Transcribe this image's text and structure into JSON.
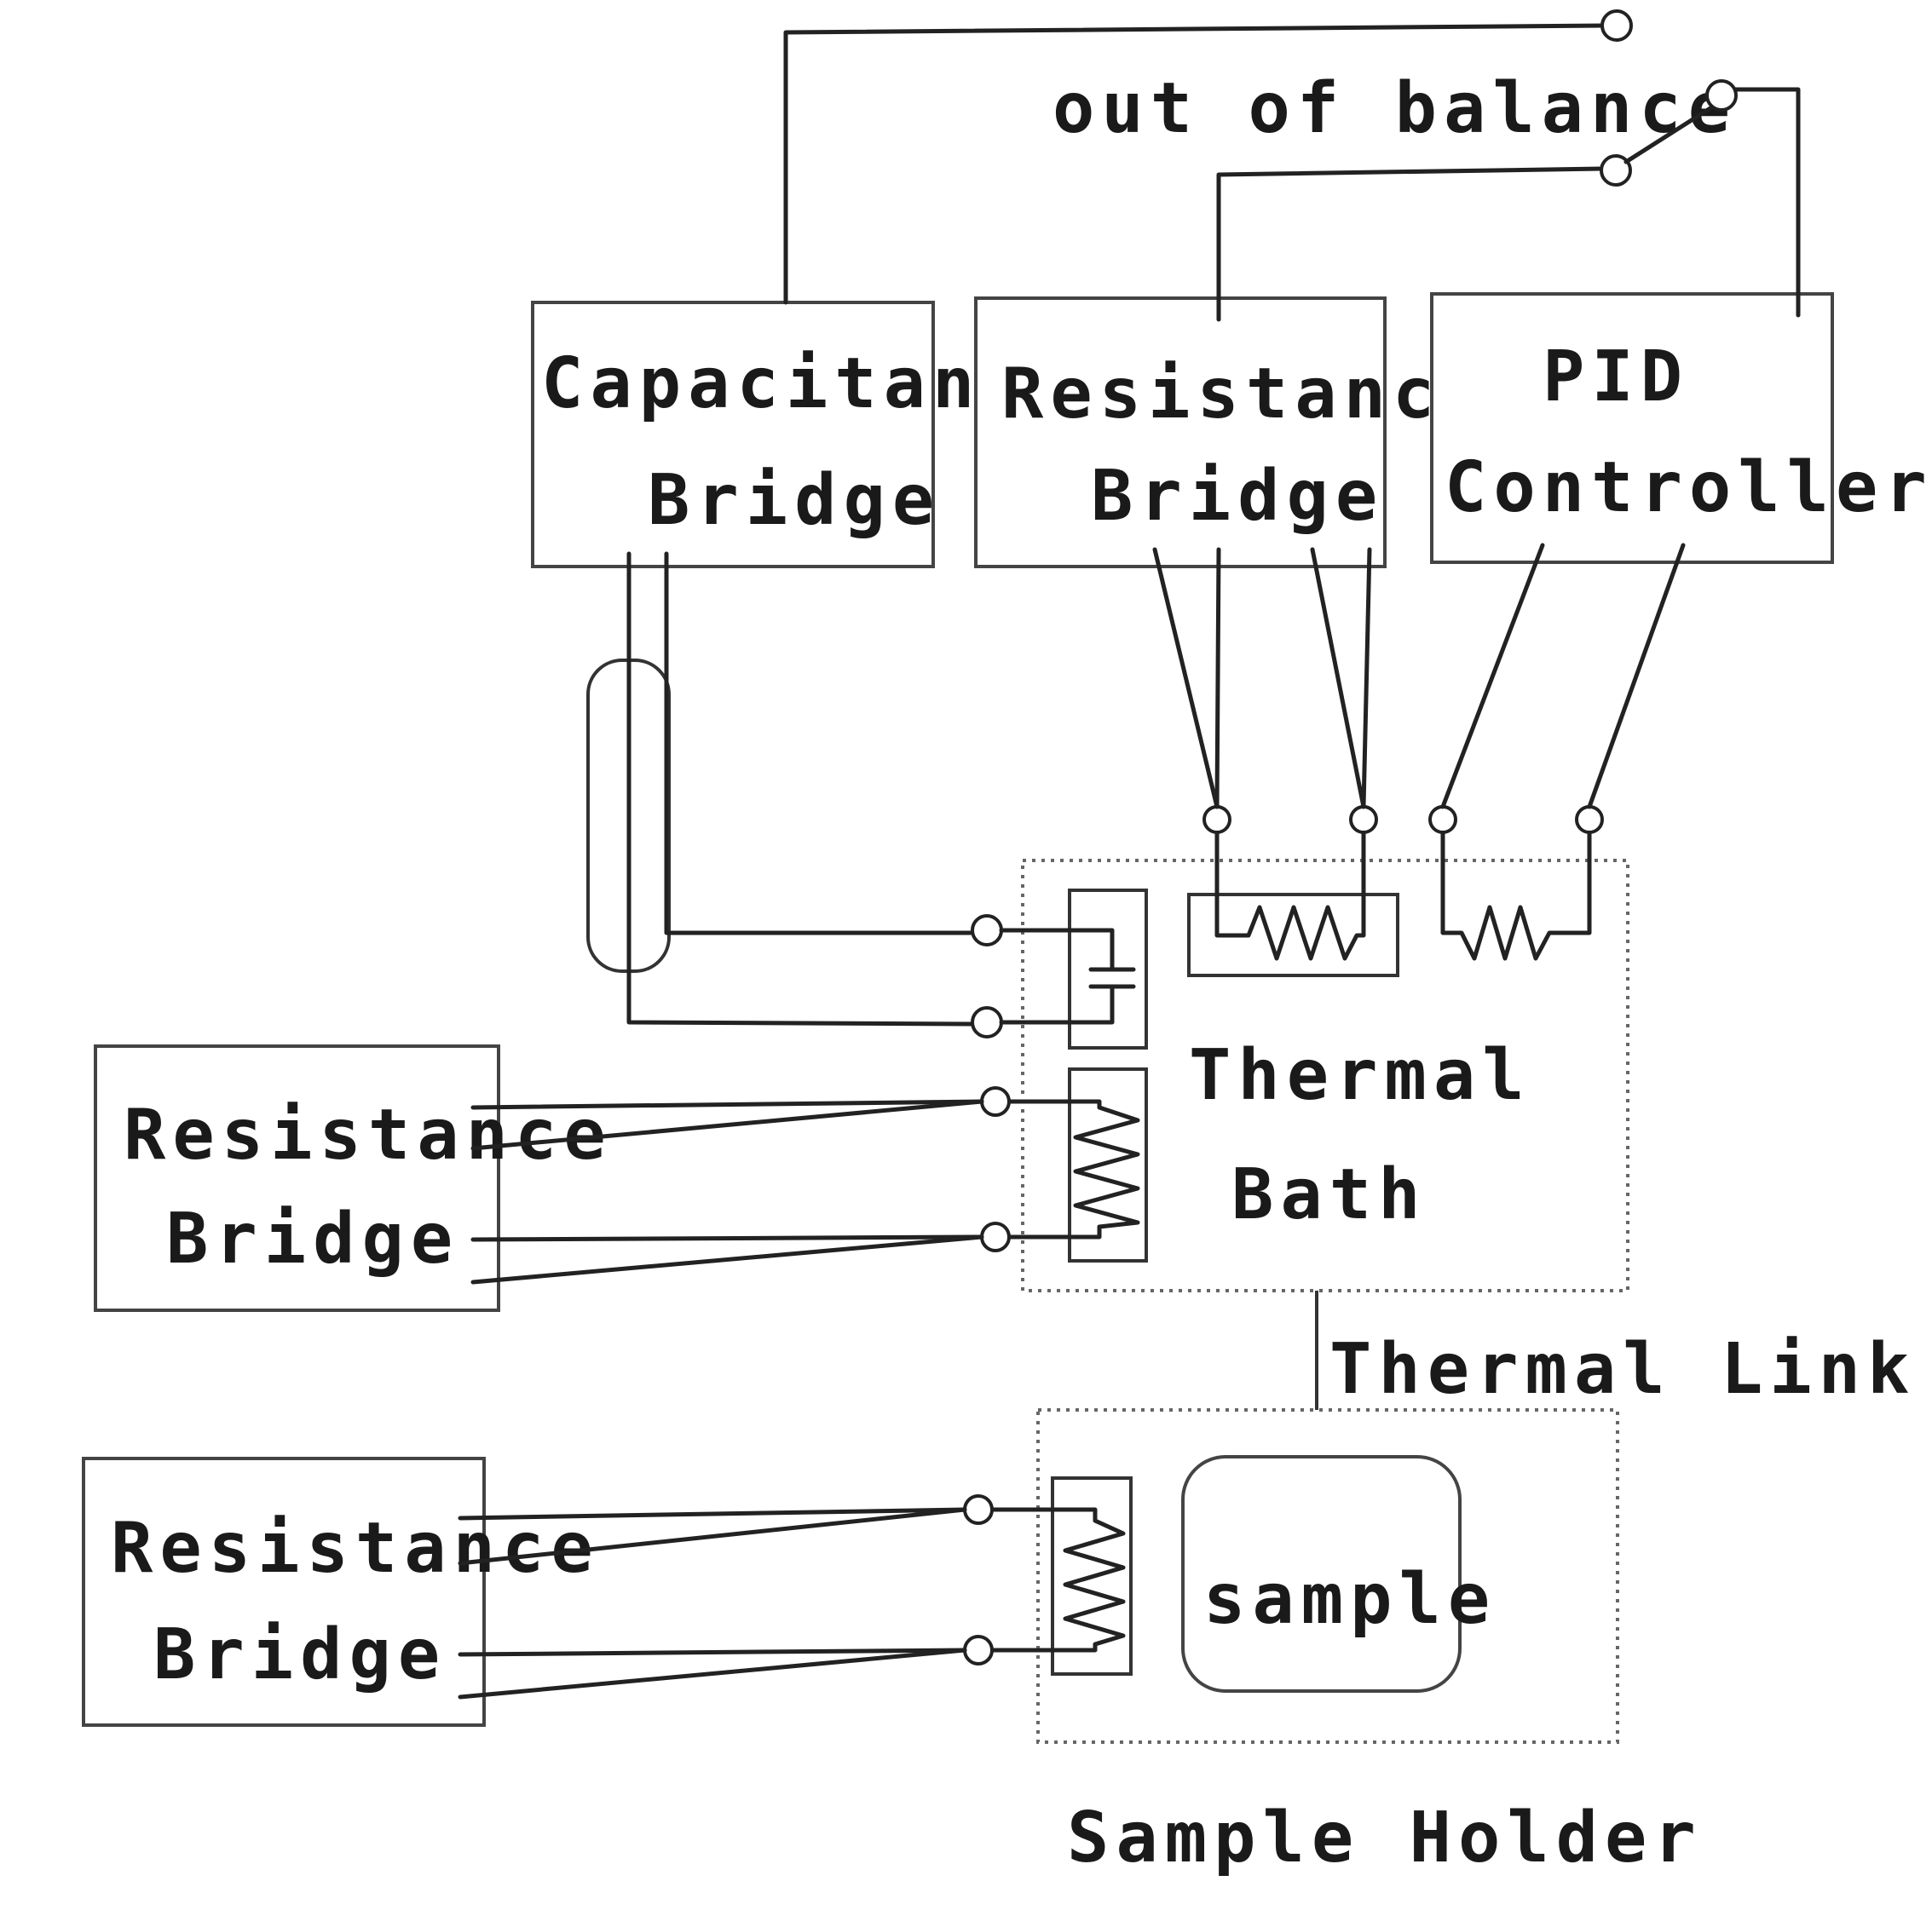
{
  "labels": {
    "out_of_balance": "out of balance",
    "capacitance_bridge": [
      "Capacitance",
      "Bridge"
    ],
    "resistance_bridge_top": [
      "Resistance",
      "Bridge"
    ],
    "pid_controller": [
      "PID",
      "Controller"
    ],
    "thermal_bath": [
      "Thermal",
      "Bath"
    ],
    "thermal_link": "Thermal Link",
    "resistance_bridge_mid": [
      "Resistance",
      "Bridge"
    ],
    "resistance_bridge_bottom": [
      "Resistance",
      "Bridge"
    ],
    "sample": "sample",
    "sample_holder": "Sample Holder"
  }
}
